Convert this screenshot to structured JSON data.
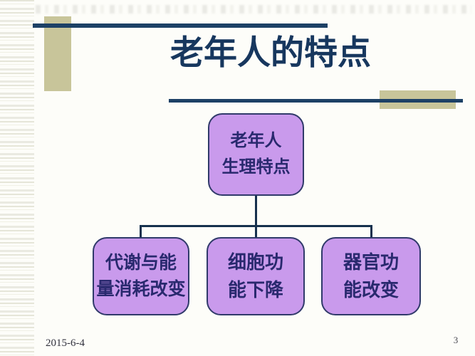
{
  "slide": {
    "title": "老年人的特点",
    "diagram": {
      "root": {
        "lines": [
          "老年人",
          "生理特点"
        ]
      },
      "children": [
        {
          "lines": [
            "代谢与能",
            "量消耗改变"
          ]
        },
        {
          "lines": [
            "细胞功",
            "能下降"
          ]
        },
        {
          "lines": [
            "器官功",
            "能改变"
          ]
        }
      ]
    },
    "footer": {
      "date": "2015-6-4",
      "page_number": "3"
    },
    "colors": {
      "accent_navy": "#1d4166",
      "title_text": "#17375e",
      "node_fill": "#c99aec",
      "node_border": "#303a6a",
      "node_text": "#29296e",
      "khaki_decor": "#c8c59a"
    }
  }
}
